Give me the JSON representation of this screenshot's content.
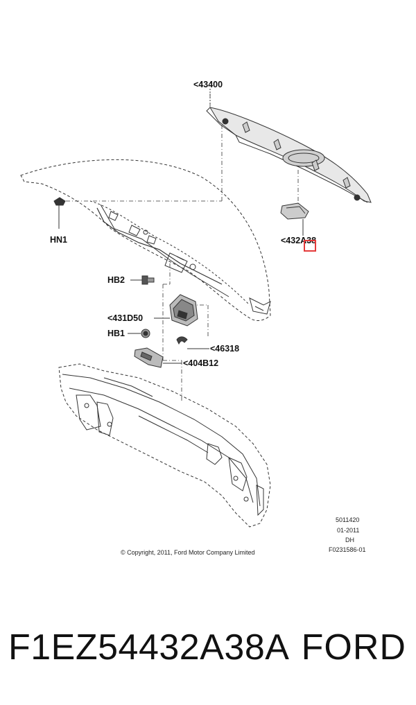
{
  "callouts": {
    "c43400": "<43400",
    "cHN1": "HN1",
    "c432A38": "<432A38",
    "cHB2": "HB2",
    "c431D50": "<431D50",
    "cHB1": "HB1",
    "c46318": "<46318",
    "c404B12": "<404B12"
  },
  "meta": {
    "code1": "5011420",
    "code2": "01-2011",
    "code3": "DH",
    "code4": "F0231586-01",
    "copyright": "© Copyright, 2011, Ford Motor Company Limited"
  },
  "footer": {
    "part_number": "F1EZ54432A38A",
    "brand": "FORD"
  },
  "colors": {
    "highlight": "#e43a3a",
    "line": "#333333"
  }
}
